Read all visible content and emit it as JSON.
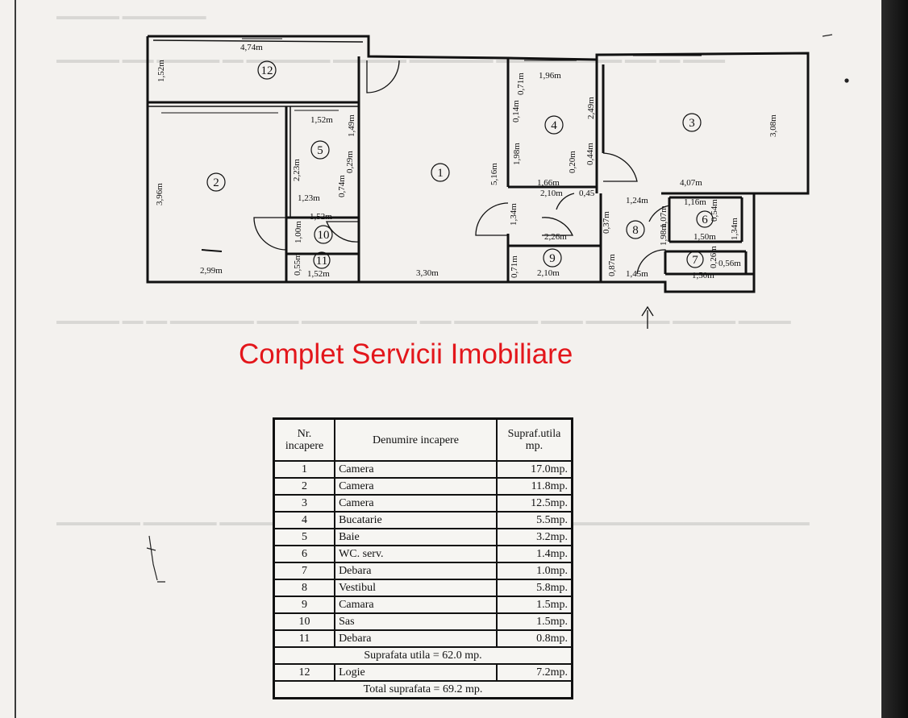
{
  "floorplan": {
    "dims": {
      "d474": "4,74m",
      "d152a": "1,52m",
      "d396": "3,96m",
      "d299": "2,99m",
      "d152b": "1,52m",
      "d149": "1,49m",
      "d223": "2,23m",
      "d029": "0,29m",
      "d074": "0,74m",
      "d123": "1,23m",
      "d152c": "1,52m",
      "d100": "1,00m",
      "d055": "0,55m",
      "d152d": "1,52m",
      "d330": "3,30m",
      "d516": "5,16m",
      "d196": "1,96m",
      "d071a": "0,71m",
      "d014": "0,14m",
      "d249": "2,49m",
      "d198a": "1,98m",
      "d020": "0,20m",
      "d044": "0,44m",
      "d166": "1,66m",
      "d210a": "2,10m",
      "d045": "0,45",
      "d134a": "1,34m",
      "d226": "2,26m",
      "d071b": "0,71m",
      "d210b": "2,10m",
      "d308": "3,08m",
      "d407": "4,07m",
      "d124": "1,24m",
      "d037": "0,37m",
      "d087": "0,87m",
      "d145": "1,45m",
      "d116": "1,16m",
      "d054": "0,54m",
      "d107": "1,07m",
      "d134b": "1,34m",
      "d150a": "1,50m",
      "d198b": "1,98m",
      "d026": "0,26m",
      "d056": "0,56m",
      "d150b": "1,50m"
    },
    "room_numbers": [
      "1",
      "2",
      "3",
      "4",
      "5",
      "6",
      "7",
      "8",
      "9",
      "10",
      "11",
      "12"
    ]
  },
  "watermark": "Complet Servicii Imobiliare",
  "table": {
    "headers": {
      "nr": "Nr. incapere",
      "name": "Denumire incapere",
      "area": "Supraf.utila mp."
    },
    "rows": [
      {
        "nr": "1",
        "name": "Camera",
        "area": "17.0mp."
      },
      {
        "nr": "2",
        "name": "Camera",
        "area": "11.8mp."
      },
      {
        "nr": "3",
        "name": "Camera",
        "area": "12.5mp."
      },
      {
        "nr": "4",
        "name": "Bucatarie",
        "area": "5.5mp."
      },
      {
        "nr": "5",
        "name": "Baie",
        "area": "3.2mp."
      },
      {
        "nr": "6",
        "name": "WC. serv.",
        "area": "1.4mp."
      },
      {
        "nr": "7",
        "name": "Debara",
        "area": "1.0mp."
      },
      {
        "nr": "8",
        "name": "Vestibul",
        "area": "5.8mp."
      },
      {
        "nr": "9",
        "name": "Camara",
        "area": "1.5mp."
      },
      {
        "nr": "10",
        "name": "Sas",
        "area": "1.5mp."
      },
      {
        "nr": "11",
        "name": "Debara",
        "area": "0.8mp."
      }
    ],
    "useful_total": "Suprafata utila = 62.0 mp.",
    "loggia": {
      "nr": "12",
      "name": "Logie",
      "area": "7.2mp."
    },
    "grand_total": "Total suprafata = 69.2 mp."
  },
  "colors": {
    "paper": "#f3f1ee",
    "ink": "#111111",
    "watermark": "#e3161b"
  }
}
